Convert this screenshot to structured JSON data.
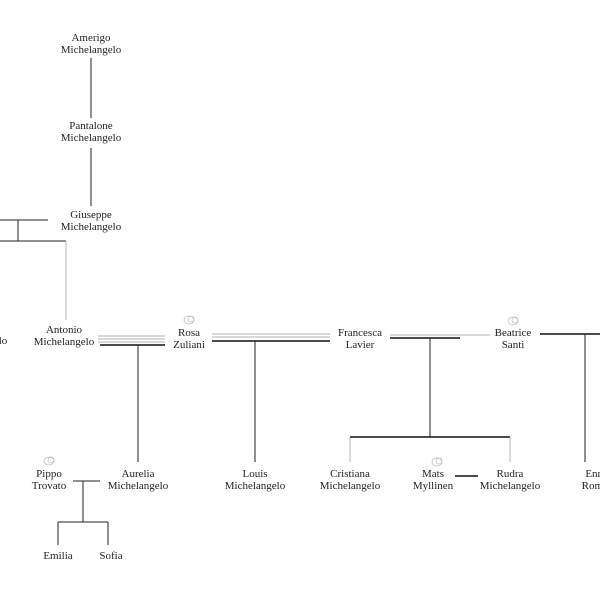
{
  "people": {
    "amerigo": {
      "first": "Amerigo",
      "last": "Michelangelo"
    },
    "pantalone": {
      "first": "Pantalone",
      "last": "Michelangelo"
    },
    "giuseppe": {
      "first": "Giuseppe",
      "last": "Michelangelo"
    },
    "cutoff_left": {
      "last": "lo"
    },
    "antonio": {
      "first": "Antonio",
      "last": "Michelangelo"
    },
    "rosa": {
      "first": "Rosa",
      "last": "Zuliani"
    },
    "francesca": {
      "first": "Francesca",
      "last": "Lavier"
    },
    "beatrice": {
      "first": "Beatrice",
      "last": "Santi"
    },
    "pippo": {
      "first": "Pippo",
      "last": "Trovato"
    },
    "aurelia": {
      "first": "Aurelia",
      "last": "Michelangelo"
    },
    "louis": {
      "first": "Louis",
      "last": "Michelangelo"
    },
    "cristiana": {
      "first": "Cristiana",
      "last": "Michelangelo"
    },
    "mats": {
      "first": "Mats",
      "last": "Myllinen"
    },
    "rudra": {
      "first": "Rudra",
      "last": "Michelangelo"
    },
    "enrico": {
      "first": "Enrico",
      "last": "Romane"
    },
    "emilia": {
      "first": "Emilia"
    },
    "sofia": {
      "first": "Sofia"
    }
  }
}
